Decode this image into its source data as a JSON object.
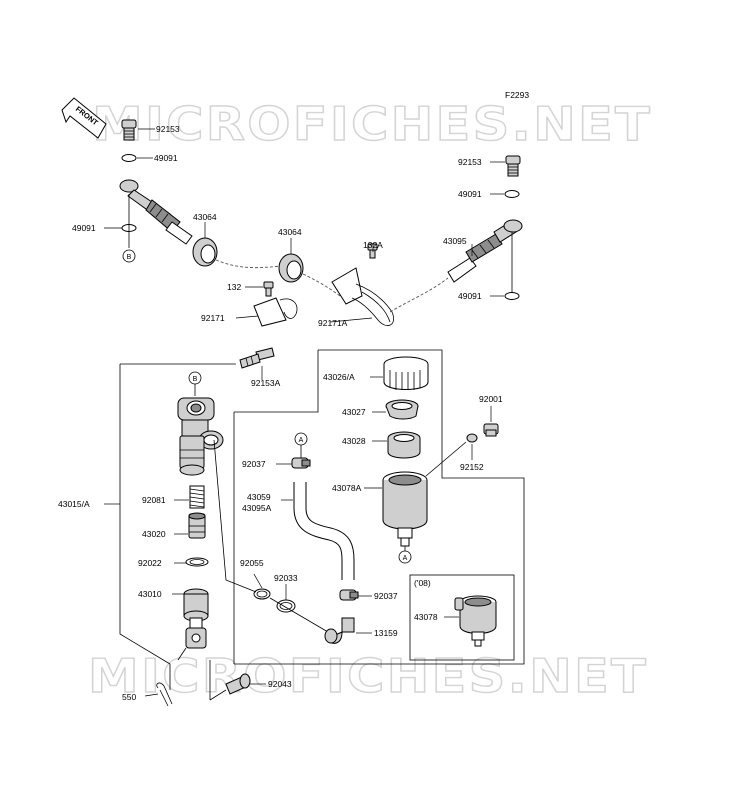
{
  "figure_code": "F2293",
  "watermark": "MICROFICHES.NET",
  "front_label": "FRONT",
  "variant_label": "('08)",
  "circle_refs": {
    "a": "A",
    "b": "B"
  },
  "labels": {
    "l92153_top": "92153",
    "l49091_top": "49091",
    "l49091_left": "49091",
    "l43064_left": "43064",
    "l43064_mid": "43064",
    "l132a": "132A",
    "l132": "132",
    "l92171": "92171",
    "l92171a": "92171A",
    "l92153_right": "92153",
    "l49091_right_top": "49091",
    "l43095": "43095",
    "l49091_right_bot": "49091",
    "l92153a": "92153A",
    "l43026a": "43026/A",
    "l43027": "43027",
    "l43028": "43028",
    "l92001": "92001",
    "l92152": "92152",
    "l43078a": "43078A",
    "l92037_top": "92037",
    "l43059": "43059",
    "l43095a": "43095A",
    "l43015a": "43015/A",
    "l92081": "92081",
    "l43020": "43020",
    "l92022": "92022",
    "l92055": "92055",
    "l92033": "92033",
    "l43010": "43010",
    "l92037_bot": "92037",
    "l13159": "13159",
    "l43078": "43078",
    "l92043": "92043",
    "l550": "550"
  }
}
